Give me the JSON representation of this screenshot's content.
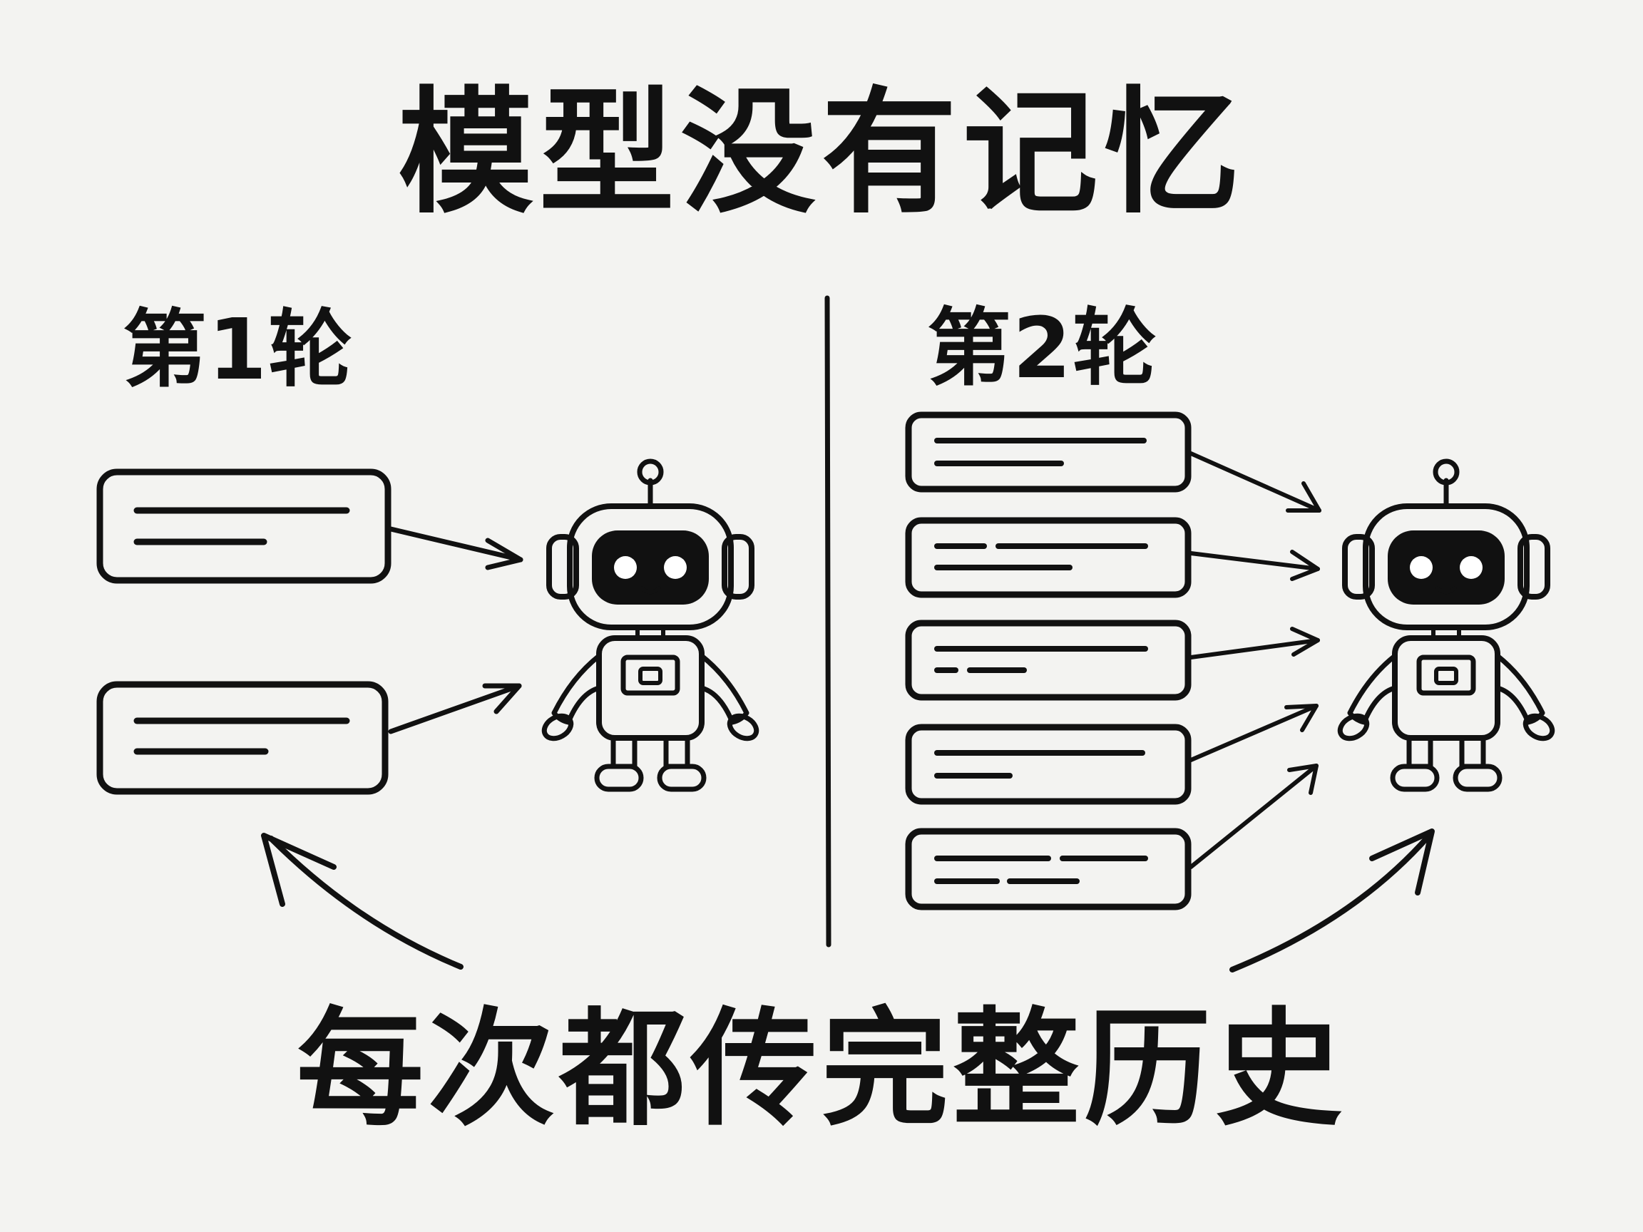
{
  "title": "模型没有记忆",
  "round_1": {
    "label": "第1轮",
    "message_count": 2
  },
  "round_2": {
    "label": "第2轮",
    "message_count": 5
  },
  "footer": "每次都传完整历史",
  "icons": {
    "message": "chat-message-box-icon",
    "model": "robot-icon",
    "flow": "arrow-icon",
    "history_flow": "curved-arrow-icon"
  },
  "colors": {
    "background": "#f3f3f1",
    "ink": "#111111"
  }
}
